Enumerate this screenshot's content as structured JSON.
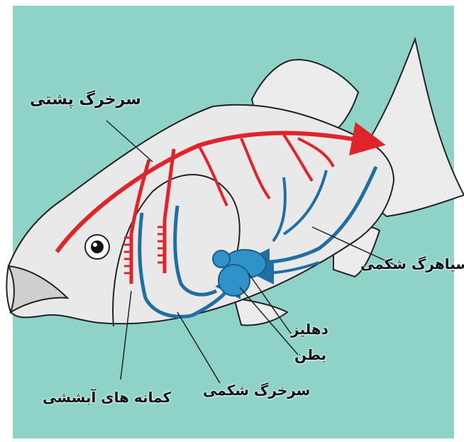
{
  "colors": {
    "background": "#8fd3c8",
    "fish_body": "#e9e9ea",
    "artery": "#e1232a",
    "vein": "#1f6fa3",
    "heart": "#2f93c9",
    "outline": "#222222"
  },
  "labels": {
    "dorsal_aorta": "سرخرگ پشتی",
    "ventral_vein": "سیاهرگ شکمی",
    "atrium": "دهلیز",
    "ventricle": "بطن",
    "ventral_aorta": "سرخرگ شکمی",
    "gill_arches": "کمانه های آبششی"
  }
}
